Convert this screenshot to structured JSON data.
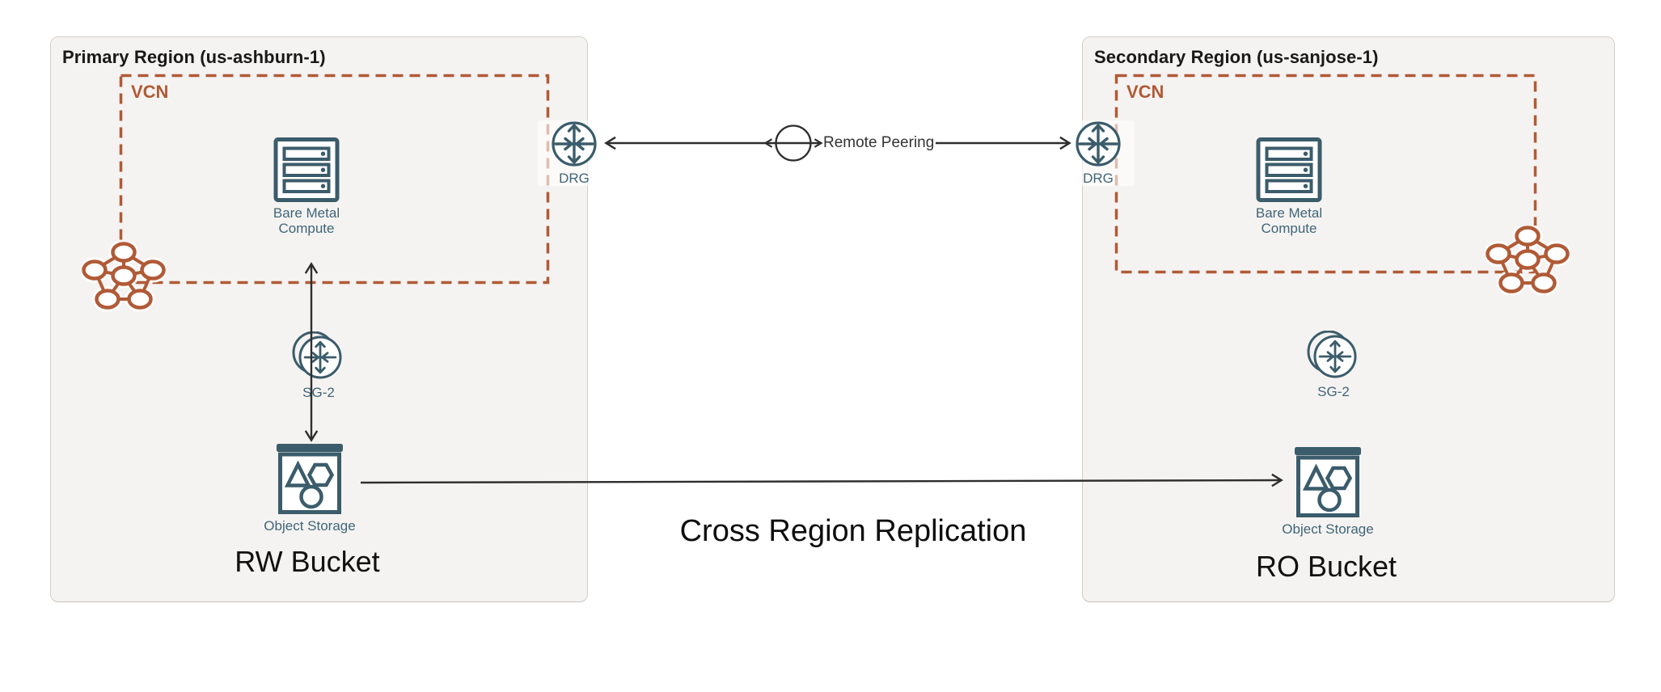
{
  "colors": {
    "accent_orange": "#b05a36",
    "icon_teal": "#3b5c6b",
    "label_teal": "#3f6579",
    "line_dark": "#2e2e2e",
    "region_bg": "#f5f3f1",
    "region_border": "#d2cec8",
    "title_black": "#191919"
  },
  "regions": {
    "primary": {
      "title": "Primary Region (us-ashburn-1)",
      "vcn_label": "VCN",
      "compute_label": "Bare Metal Compute",
      "drg_label": "DRG",
      "gateway_label": "SG-2",
      "storage_label": "Object Storage",
      "bucket_label": "RW Bucket"
    },
    "secondary": {
      "title": "Secondary Region (us-sanjose-1)",
      "vcn_label": "VCN",
      "compute_label": "Bare Metal Compute",
      "drg_label": "DRG",
      "gateway_label": "SG-2",
      "storage_label": "Object Storage",
      "bucket_label": "RO Bucket"
    }
  },
  "connectors": {
    "remote_peering_label": "Remote Peering",
    "replication_label": "Cross Region Replication"
  }
}
